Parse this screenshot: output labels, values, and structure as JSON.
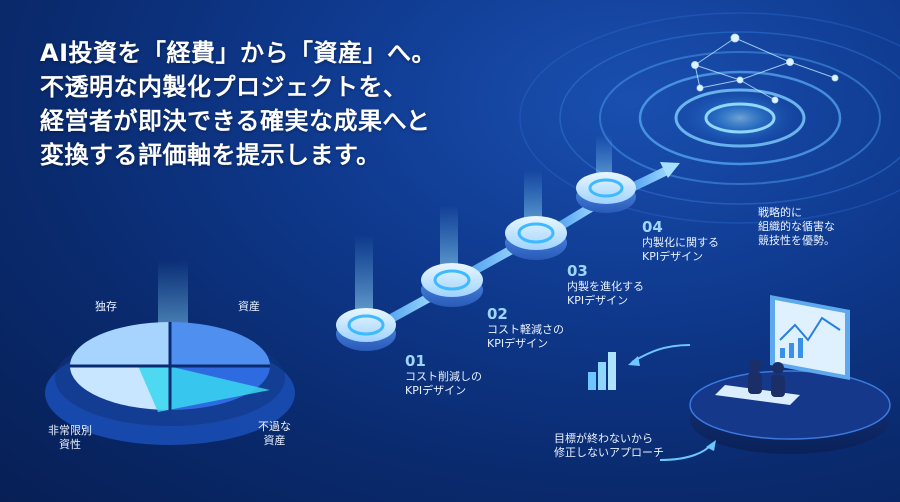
{
  "headline": {
    "line1": "AI投資を「経費」から「資産」へ。",
    "line2": "不透明な内製化プロジェクトを、",
    "line3": "経営者が即決できる確実な成果へと",
    "line4": "変換する評価軸を提示します。"
  },
  "pie": {
    "segments": [
      {
        "label": "独存"
      },
      {
        "label": "資産"
      },
      {
        "label": "非常限別\n資性"
      },
      {
        "label": "不過な\n資産"
      }
    ]
  },
  "steps": [
    {
      "num": "01",
      "line1": "コスト削減しの",
      "line2": "KPIデザイン"
    },
    {
      "num": "02",
      "line1": "コスト軽減さの",
      "line2": "KPIデザイン"
    },
    {
      "num": "03",
      "line1": "内製を進化する",
      "line2": "KPIデザイン"
    },
    {
      "num": "04",
      "line1": "内製化に関する",
      "line2": "KPIデザイン"
    }
  ],
  "right_note": {
    "line1": "戦略的に",
    "line2": "組織的な循害な",
    "line3": "競技性を優勢。"
  },
  "bottom_note": {
    "line1": "目標が終わないから",
    "line2": "修正しないアプローチ"
  },
  "colors": {
    "accent": "#5ec8ff",
    "bg_dark": "#071f55",
    "bg_mid": "#0f3a8f"
  }
}
